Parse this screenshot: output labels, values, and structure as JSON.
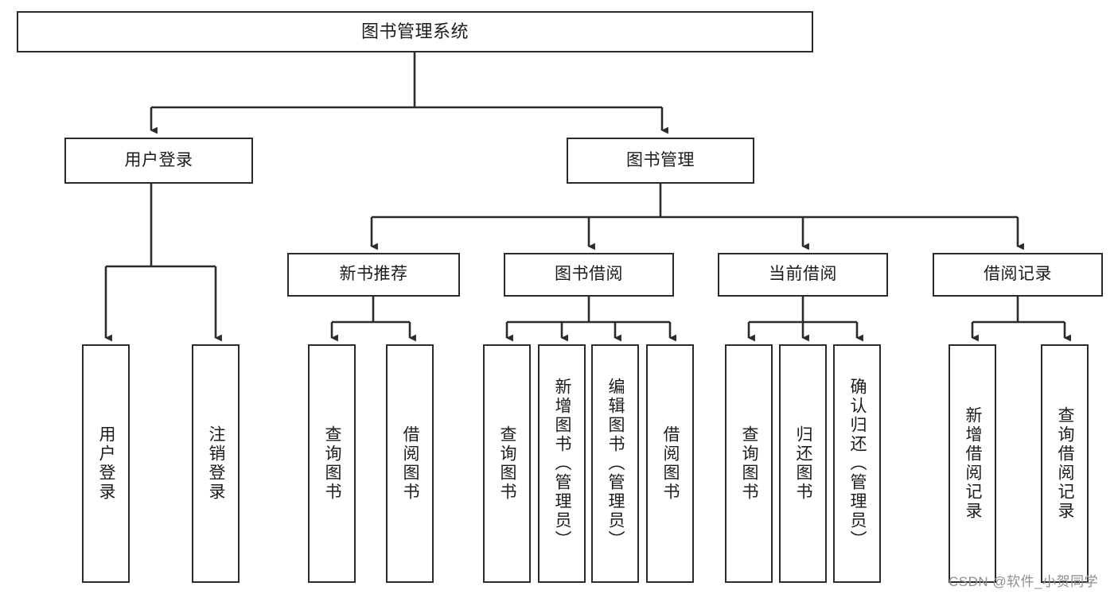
{
  "diagram": {
    "type": "tree-hierarchy-flowchart",
    "title": "图书管理系统",
    "orientation": "top-down",
    "colors": {
      "box_border": "#2b2b2b",
      "box_fill": "#ffffff",
      "connector": "#2b2b2b",
      "text": "#1c1c1c",
      "watermark": "#8e8e8e",
      "background": "#ffffff"
    }
  },
  "nodes": {
    "root": {
      "label": "图书管理系统",
      "level": 1
    },
    "level2": [
      {
        "id": "user-login",
        "label": "用户登录"
      },
      {
        "id": "book-management",
        "label": "图书管理"
      }
    ],
    "level3": [
      {
        "id": "new-book-recommend",
        "label": "新书推荐"
      },
      {
        "id": "book-borrow",
        "label": "图书借阅"
      },
      {
        "id": "current-borrow",
        "label": "当前借阅"
      },
      {
        "id": "borrow-record",
        "label": "借阅记录"
      }
    ],
    "leaves": {
      "user_login": [
        {
          "id": "leaf-user-login",
          "label": "用户登录"
        },
        {
          "id": "leaf-logout-login",
          "label": "注销登录"
        }
      ],
      "new_book_recommend": [
        {
          "id": "leaf-query-book-1",
          "label": "查询图书"
        },
        {
          "id": "leaf-borrow-book-1",
          "label": "借阅图书"
        }
      ],
      "book_borrow": [
        {
          "id": "leaf-query-book-2",
          "label": "查询图书"
        },
        {
          "id": "leaf-add-book",
          "label": "新增图书（管理员）"
        },
        {
          "id": "leaf-edit-book",
          "label": "编辑图书（管理员）"
        },
        {
          "id": "leaf-borrow-book-2",
          "label": "借阅图书"
        }
      ],
      "current_borrow": [
        {
          "id": "leaf-query-book-3",
          "label": "查询图书"
        },
        {
          "id": "leaf-return-book",
          "label": "归还图书"
        },
        {
          "id": "leaf-confirm-return",
          "label": "确认归还（管理员）"
        }
      ],
      "borrow_record": [
        {
          "id": "leaf-add-record",
          "label": "新增借阅记录"
        },
        {
          "id": "leaf-query-record",
          "label": "查询借阅记录"
        }
      ]
    }
  },
  "watermark": {
    "text": "CSDN @软件_小贺同学"
  }
}
